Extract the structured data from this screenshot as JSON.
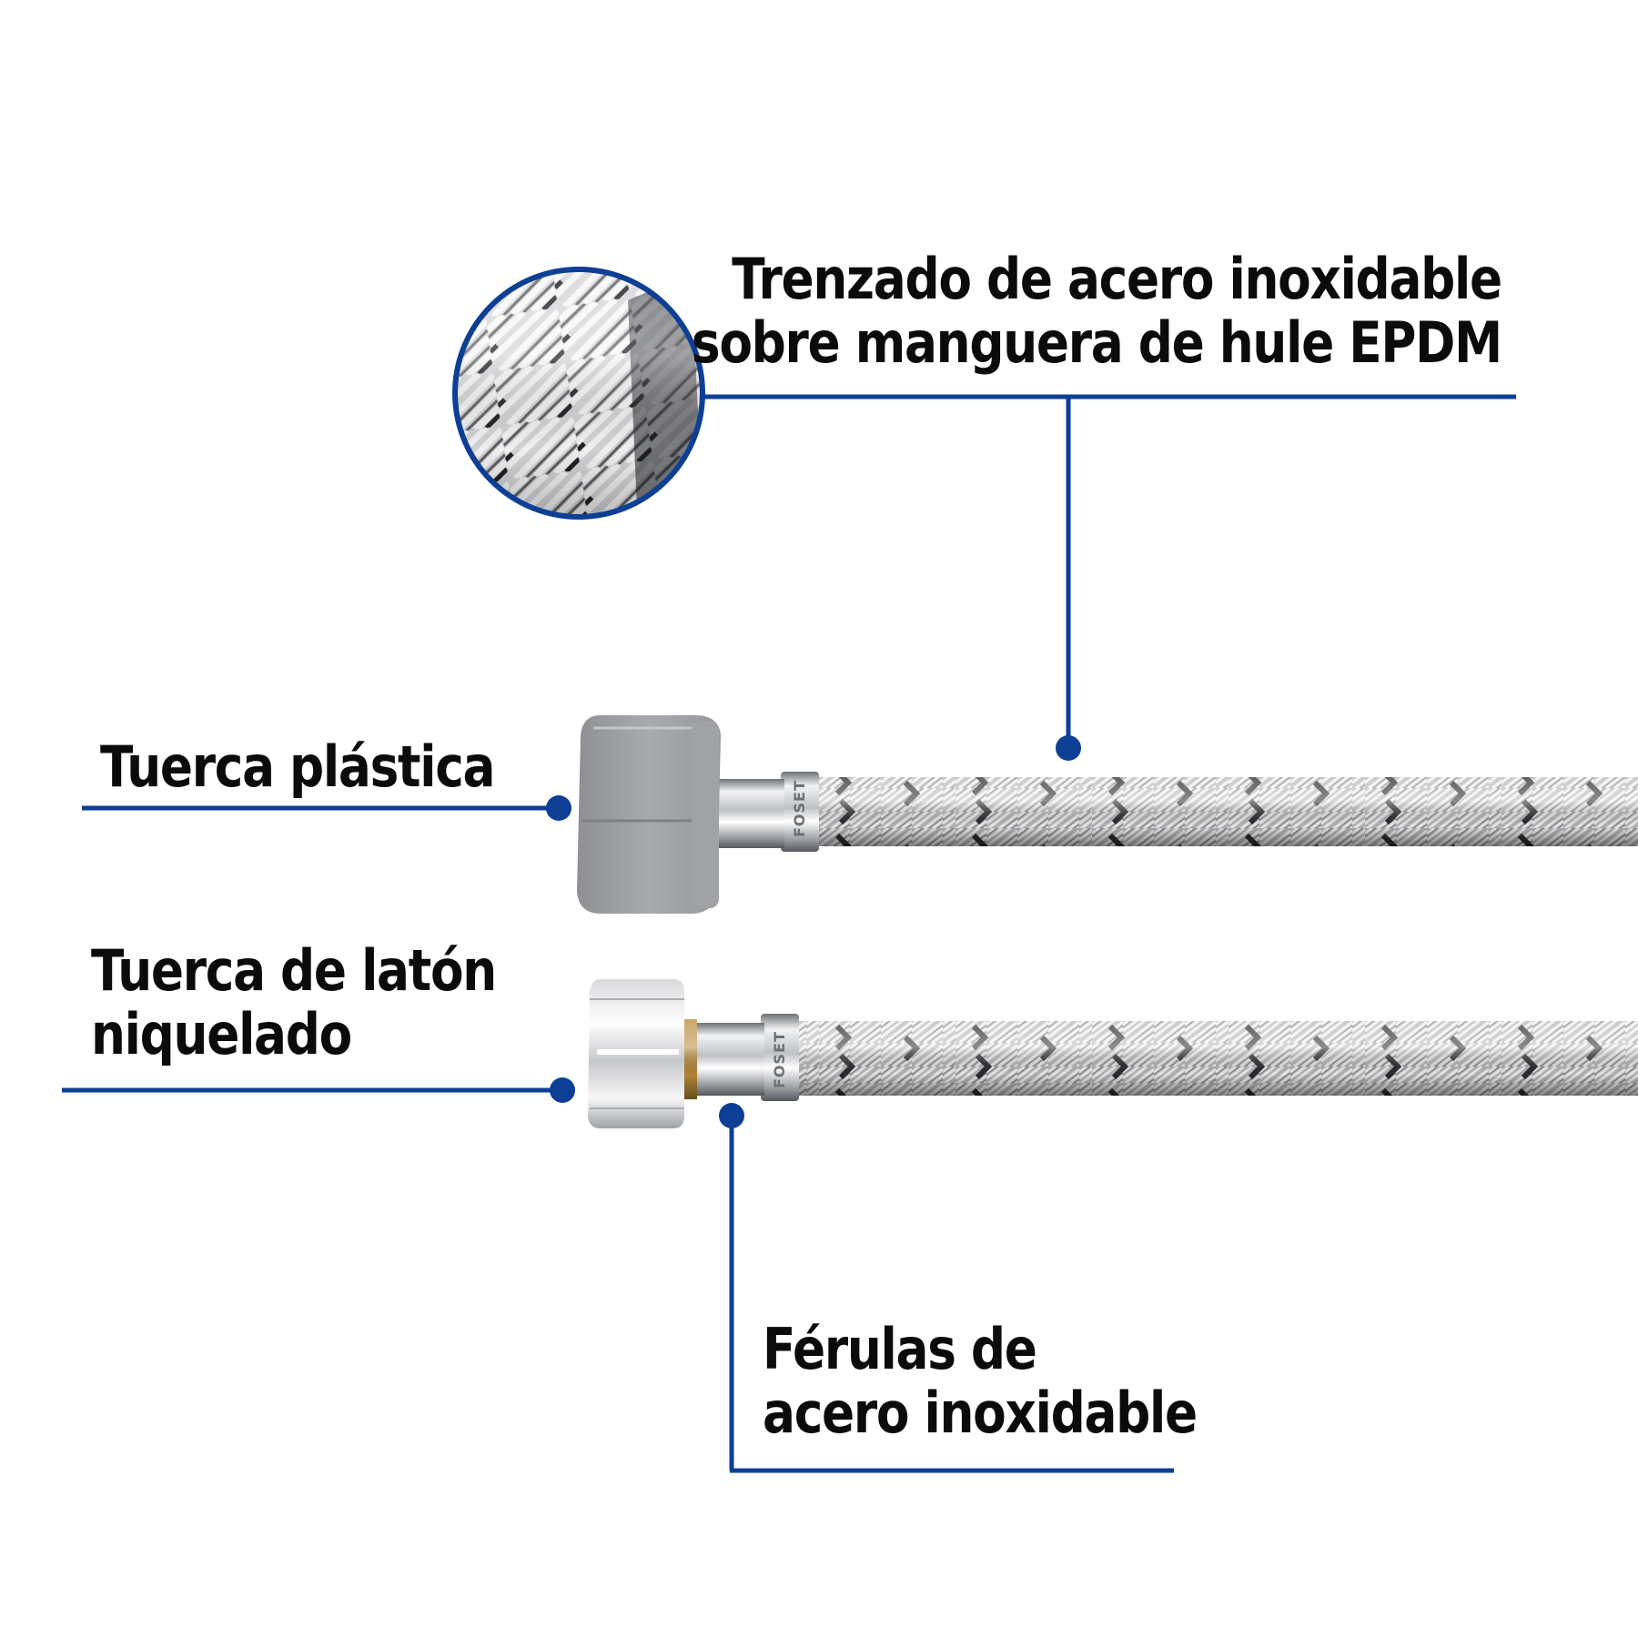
{
  "callouts": {
    "braid": {
      "line1": "Trenzado de acero inoxidable",
      "line2": "sobre manguera de hule EPDM"
    },
    "plastic_nut": {
      "line1": "Tuerca plástica"
    },
    "brass_nut": {
      "line1": "Tuerca de latón",
      "line2": "niquelado"
    },
    "ferrules": {
      "line1": "Férulas de",
      "line2": "acero inoxidable"
    }
  },
  "ferrule_marking": "FOSET",
  "colors": {
    "callout_blue": "#0d3f94",
    "plastic_nut_grey": "#a4a6a9",
    "chrome": "#d8d9db",
    "braid_light": "#c9cacc",
    "braid_dark": "#2e3033",
    "brass_washer": "#b98a3a"
  }
}
